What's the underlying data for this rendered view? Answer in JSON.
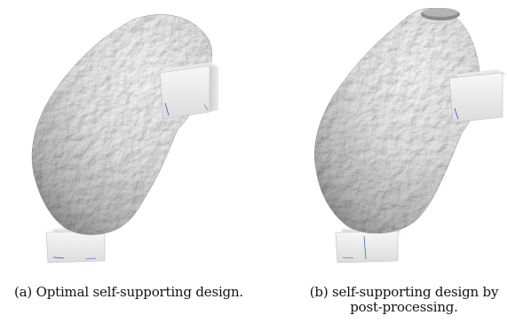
{
  "figure": {
    "panels": [
      {
        "caption": "(a) Optimal self-supporting design."
      },
      {
        "caption_line1": "(b) self-supporting design by",
        "caption_line2": "post-processing."
      }
    ]
  },
  "colors": {
    "background": "#ffffff",
    "surface_light": "#f4f4f4",
    "surface_mid": "#d8d8d8",
    "surface_dark": "#9a9a9a",
    "edge_blue": "#3355cc"
  }
}
